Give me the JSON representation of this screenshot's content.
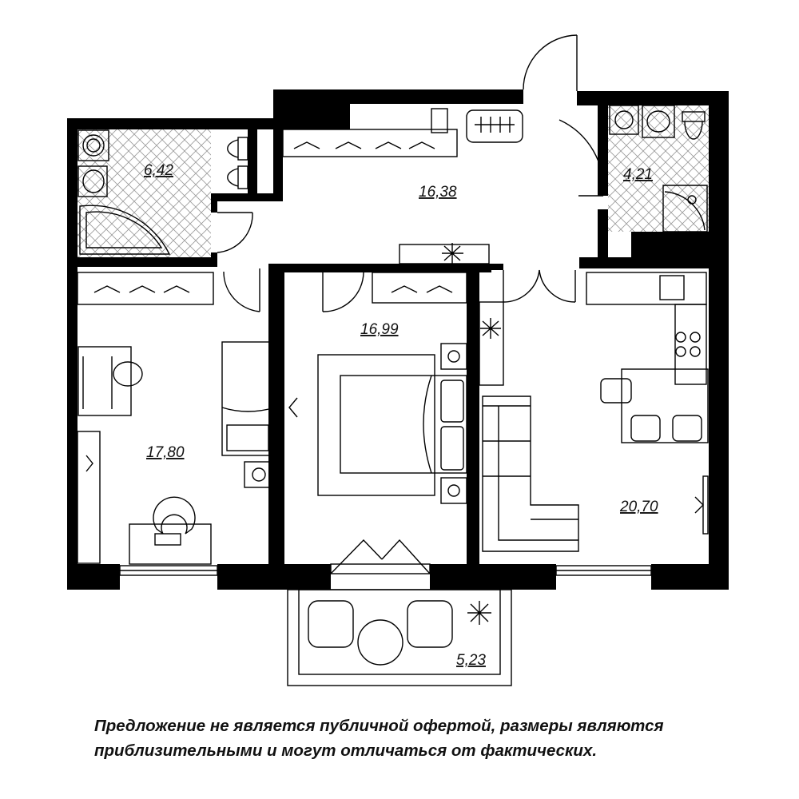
{
  "rooms": [
    {
      "id": "bathroom",
      "area": "6,42"
    },
    {
      "id": "hallway",
      "area": "16,38"
    },
    {
      "id": "wc",
      "area": "4,21"
    },
    {
      "id": "room-left",
      "area": "17,80"
    },
    {
      "id": "bedroom",
      "area": "16,99"
    },
    {
      "id": "kitchen-living",
      "area": "20,70"
    },
    {
      "id": "balcony",
      "area": "5,23"
    }
  ],
  "disclaimer": {
    "line1": "Предложение не является публичной офертой, размеры являются",
    "line2": "приблизительными и могут отличаться от фактических."
  }
}
